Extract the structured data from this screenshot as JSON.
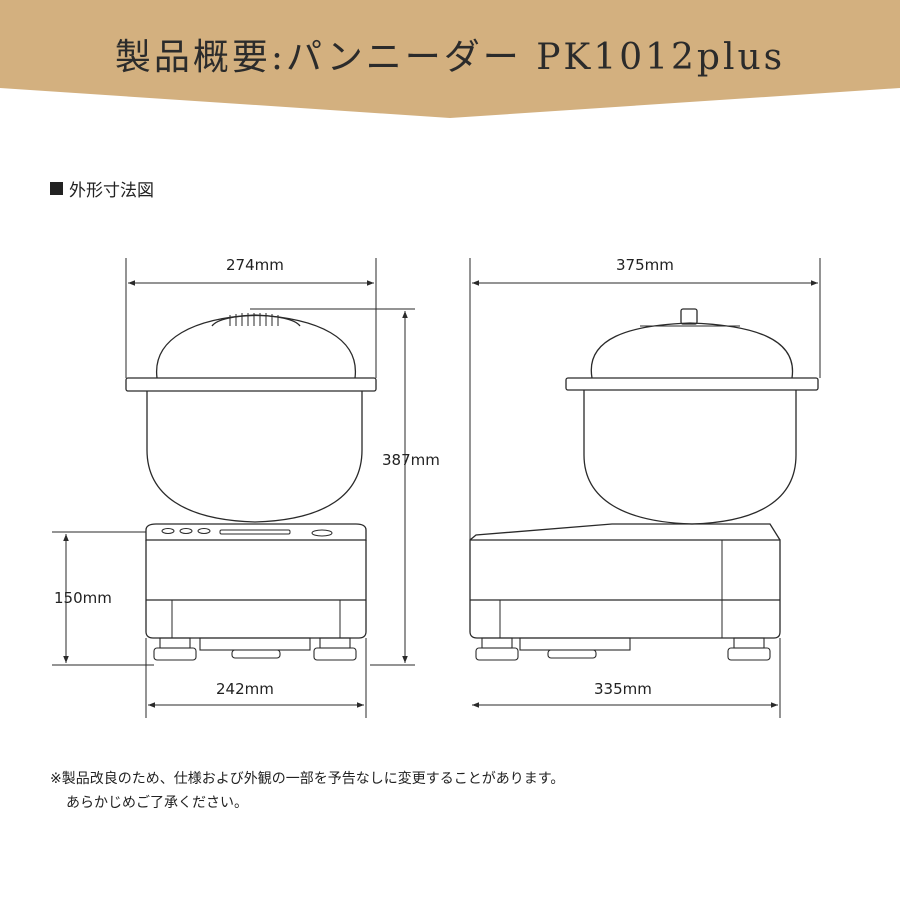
{
  "header": {
    "title": "製品概要:パンニーダー PK1012plus",
    "banner_color": "#d3b07f"
  },
  "section": {
    "heading": "外形寸法図"
  },
  "dimensions": {
    "front_width": "274mm",
    "side_width": "375mm",
    "total_height": "387mm",
    "base_height": "150mm",
    "front_base_width": "242mm",
    "side_base_width": "335mm"
  },
  "note": {
    "line1": "※製品改良のため、仕様および外観の一部を予告なしに変更することがあります。",
    "line2": "あらかじめご了承ください。"
  },
  "colors": {
    "line": "#2a2a2a",
    "text": "#222222",
    "background": "#ffffff"
  }
}
